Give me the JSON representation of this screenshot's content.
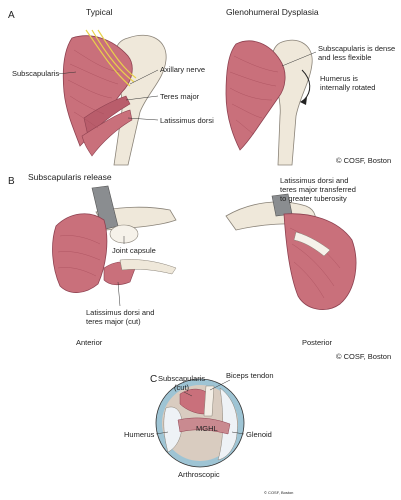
{
  "panels": {
    "a": {
      "letter": "A",
      "title_left": "Typical",
      "title_right": "Glenohumeral Dysplasia",
      "labels": {
        "subscapularis": "Subscapularis",
        "axillary_nerve": "Axillary nerve",
        "teres_major": "Teres major",
        "latissimus_dorsi": "Latissimus dorsi",
        "subscap_dense": "Subscapularis is dense\nand less flexible",
        "humerus_rotated": "Humerus is\ninternally rotated"
      },
      "credit": "© COSF, Boston"
    },
    "b": {
      "letter": "B",
      "title": "Subscapularis release",
      "labels": {
        "joint_capsule": "Joint capsule",
        "lat_teres_cut": "Latissimus dorsi and\nteres major (cut)",
        "lat_teres_transferred": "Latissimus dorsi and\nteres major transferred\nto greater tuberosity",
        "anterior": "Anterior",
        "posterior": "Posterior"
      },
      "credit": "© COSF, Boston"
    },
    "c": {
      "letter": "C",
      "labels": {
        "subscapularis_cut": "Subscapularis\n(cut)",
        "biceps_tendon": "Biceps tendon",
        "humerus": "Humerus",
        "mghl": "MGHL",
        "glenoid": "Glenoid",
        "arthroscopic": "Arthroscopic"
      },
      "credit": "© COSF, Boston"
    }
  },
  "colors": {
    "muscle": "#c9707b",
    "muscle_dark": "#a84e5c",
    "bone": "#efe8da",
    "bone_edge": "#8a8378",
    "nerve": "#e8d24a",
    "retractor": "#8a8d90",
    "scope_rim": "#9ec4d4"
  }
}
